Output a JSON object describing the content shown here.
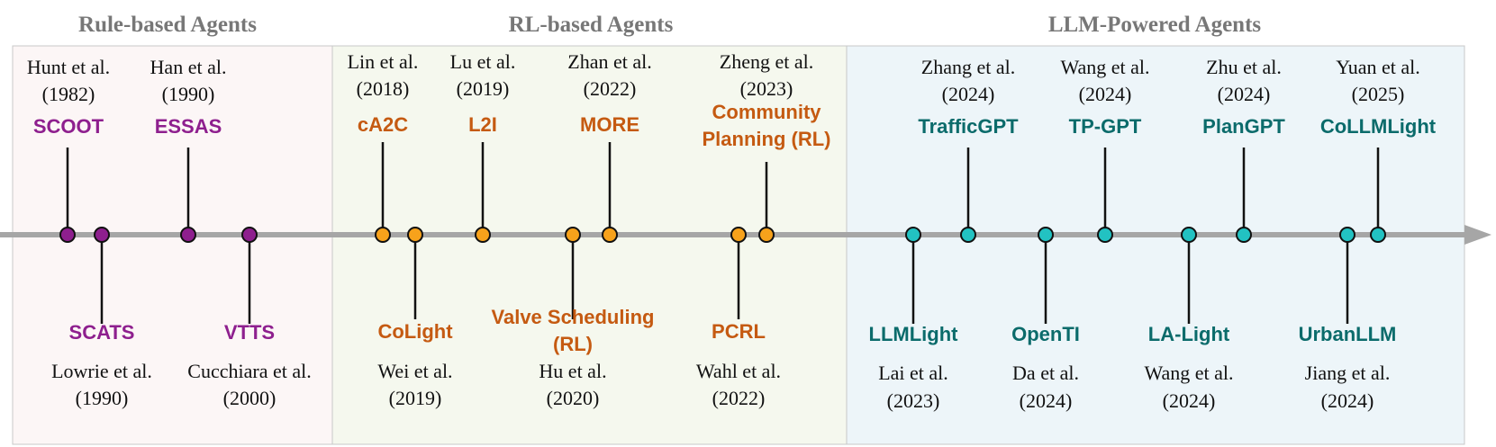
{
  "colors": {
    "rule": "#8e1f8e",
    "rl_text": "#c55a11",
    "rl_dot": "#f7a21b",
    "llm_text": "#0b6b6b",
    "llm_dot": "#22c2c2",
    "axis": "#a6a6a6",
    "rule_bg": "#fcf6f6",
    "rl_bg": "#f5f8ee",
    "llm_bg": "#edf5f9"
  },
  "sections": [
    {
      "key": "rule",
      "title": "Rule-based Agents"
    },
    {
      "key": "rl",
      "title": "RL-based Agents"
    },
    {
      "key": "llm",
      "title": "LLM-Powered Agents"
    }
  ],
  "events": [
    {
      "group": "rule",
      "side": "top",
      "method": [
        "SCOOT"
      ],
      "author": "Hunt et al.",
      "year": "(1982)"
    },
    {
      "group": "rule",
      "side": "bottom",
      "method": [
        "SCATS"
      ],
      "author": "Lowrie et al.",
      "year": "(1990)"
    },
    {
      "group": "rule",
      "side": "top",
      "method": [
        "ESSAS"
      ],
      "author": "Han et al.",
      "year": "(1990)"
    },
    {
      "group": "rule",
      "side": "bottom",
      "method": [
        "VTTS"
      ],
      "author": "Cucchiara et al.",
      "year": "(2000)"
    },
    {
      "group": "rl",
      "side": "top",
      "method": [
        "cA2C"
      ],
      "author": "Lin et al.",
      "year": "(2018)"
    },
    {
      "group": "rl",
      "side": "bottom",
      "method": [
        "CoLight"
      ],
      "author": "Wei et al.",
      "year": "(2019)"
    },
    {
      "group": "rl",
      "side": "top",
      "method": [
        "L2I"
      ],
      "author": "Lu et al.",
      "year": "(2019)"
    },
    {
      "group": "rl",
      "side": "bottom",
      "method": [
        "Valve Scheduling",
        "(RL)"
      ],
      "author": "Hu et al.",
      "year": "(2020)"
    },
    {
      "group": "rl",
      "side": "top",
      "method": [
        "MORE"
      ],
      "author": "Zhan et al.",
      "year": "(2022)"
    },
    {
      "group": "rl",
      "side": "bottom",
      "method": [
        "PCRL"
      ],
      "author": "Wahl et al.",
      "year": "(2022)"
    },
    {
      "group": "rl",
      "side": "top",
      "method": [
        "Community",
        "Planning (RL)"
      ],
      "author": "Zheng et al.",
      "year": "(2023)"
    },
    {
      "group": "llm",
      "side": "bottom",
      "method": [
        "LLMLight"
      ],
      "author": "Lai et al.",
      "year": "(2023)"
    },
    {
      "group": "llm",
      "side": "top",
      "method": [
        "TrafficGPT"
      ],
      "author": "Zhang et al.",
      "year": "(2024)"
    },
    {
      "group": "llm",
      "side": "bottom",
      "method": [
        "OpenTI"
      ],
      "author": "Da et al.",
      "year": "(2024)"
    },
    {
      "group": "llm",
      "side": "top",
      "method": [
        "TP-GPT"
      ],
      "author": "Wang et al.",
      "year": "(2024)"
    },
    {
      "group": "llm",
      "side": "bottom",
      "method": [
        "LA-Light"
      ],
      "author": "Wang et al.",
      "year": "(2024)"
    },
    {
      "group": "llm",
      "side": "top",
      "method": [
        "PlanGPT"
      ],
      "author": "Zhu et al.",
      "year": "(2024)"
    },
    {
      "group": "llm",
      "side": "bottom",
      "method": [
        "UrbanLLM"
      ],
      "author": "Jiang et al.",
      "year": "(2024)"
    },
    {
      "group": "llm",
      "side": "top",
      "method": [
        "CoLLMLight"
      ],
      "author": "Yuan et al.",
      "year": "(2025)"
    }
  ]
}
